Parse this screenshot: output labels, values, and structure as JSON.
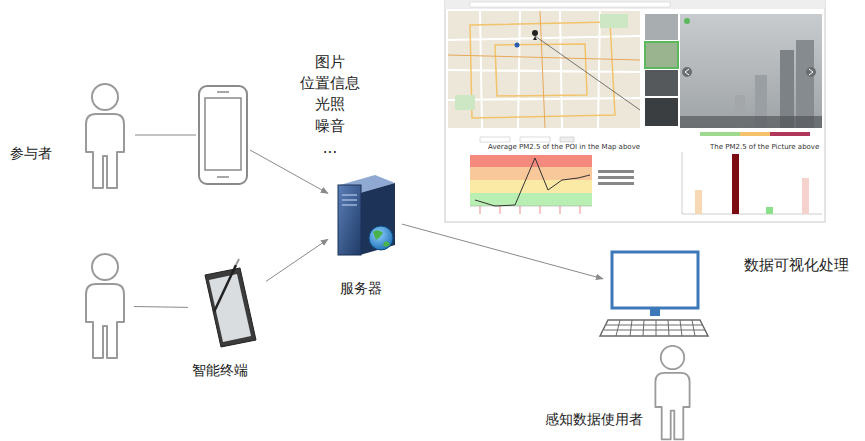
{
  "diagram": {
    "nodes": [
      {
        "text": [
          "参与者"
        ]
      },
      {
        "text": []
      },
      {
        "text": []
      },
      {
        "text": [
          "智能终端"
        ]
      },
      {
        "text": [
          "服务器"
        ]
      },
      {
        "text": []
      },
      {
        "text": [
          "感知数据使用者"
        ]
      }
    ],
    "edges": [
      {
        "from": 0,
        "to": 1,
        "arrow": "none"
      },
      {
        "from": 2,
        "to": 3,
        "arrow": "none"
      },
      {
        "from": 1,
        "to": 4,
        "arrow": "to"
      },
      {
        "from": 3,
        "to": 4,
        "arrow": "to"
      },
      {
        "from": 4,
        "to": 5,
        "arrow": "to"
      }
    ],
    "labels": [
      "图片",
      "位置信息",
      "光照",
      "噪音",
      "...",
      "数据可视化处理",
      "Average PM2.5 of the POI in the Map above",
      "The PM2.5 of the Picture above"
    ]
  }
}
